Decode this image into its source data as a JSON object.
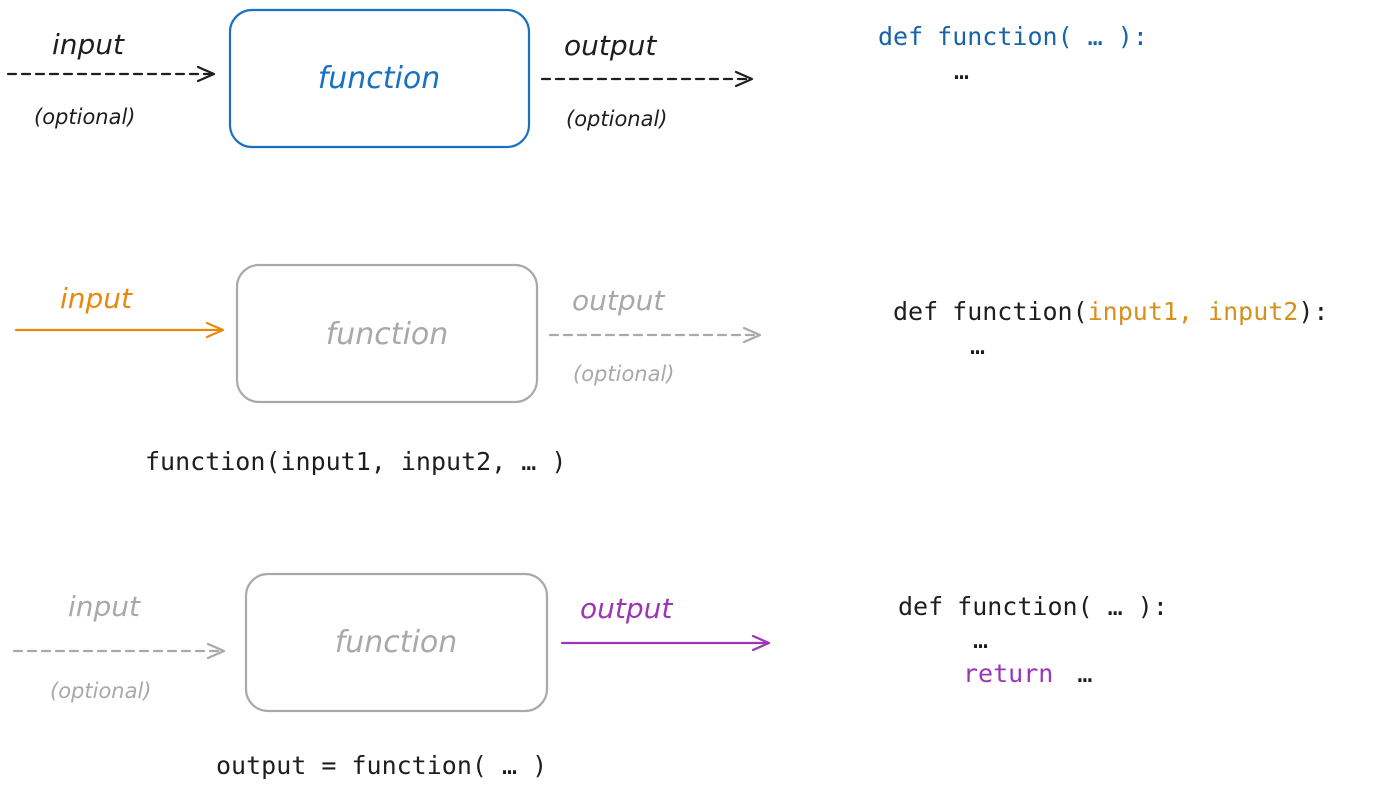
{
  "colors": {
    "black": "#1e1e1e",
    "blue": "#1971c2",
    "blue_code": "#1864ab",
    "gray": "#a9a9a9",
    "orange": "#e8890c",
    "orange_code": "#d6901c",
    "purple": "#9c36b5"
  },
  "row1": {
    "input_label": "input",
    "input_optional": "(optional)",
    "box_label": "function",
    "output_label": "output",
    "output_optional": "(optional)",
    "code": {
      "def_kw": "def",
      "signature": "function( … ):",
      "body": "…"
    }
  },
  "row2": {
    "input_label": "input",
    "box_label": "function",
    "output_label": "output",
    "output_optional": "(optional)",
    "call": "function(input1, input2,  … )",
    "code": {
      "def_kw": "def",
      "name_open": "function(",
      "params": "input1, input2",
      "close": "):",
      "body": "…"
    }
  },
  "row3": {
    "input_label": "input",
    "input_optional": "(optional)",
    "box_label": "function",
    "output_label": "output",
    "call": "output = function( … )",
    "code": {
      "def_kw": "def",
      "signature": "function( … ):",
      "body": "…",
      "return_kw": "return",
      "return_val": "…"
    }
  }
}
